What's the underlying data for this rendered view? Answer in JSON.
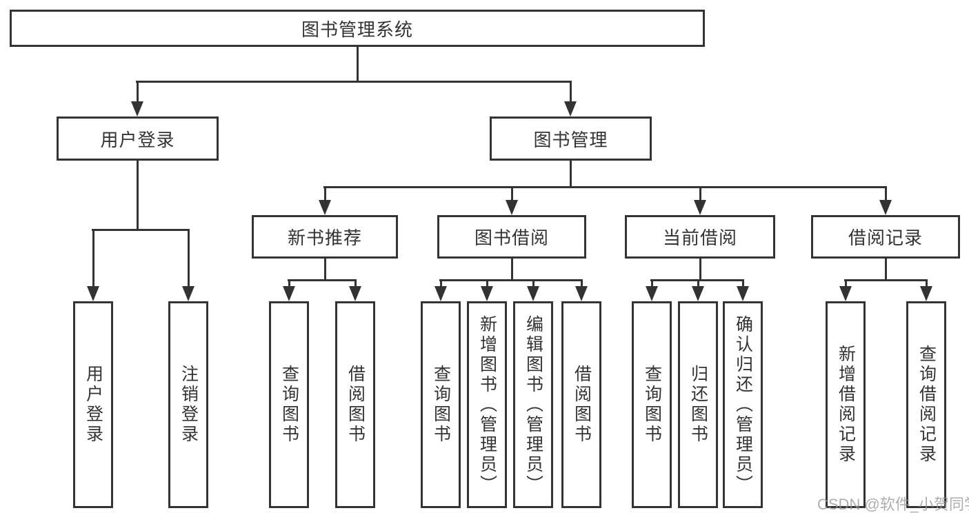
{
  "diagram": {
    "root": "图书管理系统",
    "branches": {
      "user_login": {
        "label": "用户登录",
        "children": [
          "用户登录",
          "注销登录"
        ]
      },
      "book_mgmt": {
        "label": "图书管理",
        "sections": {
          "new_book": {
            "label": "新书推荐",
            "children": [
              "查询图书",
              "借阅图书"
            ]
          },
          "book_borrow": {
            "label": "图书借阅",
            "children": [
              "查询图书",
              "新增图书（管理员）",
              "编辑图书（管理员）",
              "借阅图书"
            ]
          },
          "current_borrow": {
            "label": "当前借阅",
            "children": [
              "查询图书",
              "归还图书",
              "确认归还（管理员）"
            ]
          },
          "borrow_record": {
            "label": "借阅记录",
            "children": [
              "新增借阅记录",
              "查询借阅记录"
            ]
          }
        }
      }
    }
  },
  "watermark": "CSDN @软件_小贺同学",
  "colors": {
    "line": "#333333",
    "text": "#333333",
    "watermark": "#969696",
    "background": "#ffffff"
  }
}
